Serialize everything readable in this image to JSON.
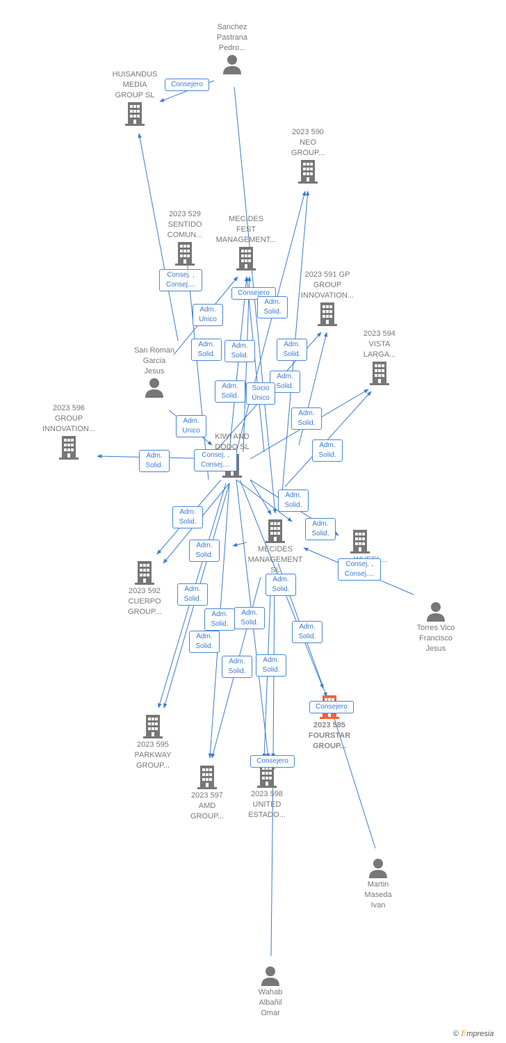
{
  "colors": {
    "edge": "#3a7bd0",
    "node": "#777777",
    "focus": "#f0643c"
  },
  "companies": [
    {
      "id": "huisandus",
      "label": "HUISANDUS\nMEDIA\nGROUP  SL",
      "icon": "building-icon"
    },
    {
      "id": "c590",
      "label": "2023 590\nNEO\nGROUP...",
      "icon": "building-icon"
    },
    {
      "id": "c529",
      "label": "2023 529\nSENTIDO\nCOMUN...",
      "icon": "building-icon"
    },
    {
      "id": "mecides_fest",
      "label": "MECIDES\nFEST\nMANAGEMENT...",
      "icon": "building-icon"
    },
    {
      "id": "c591",
      "label": "2023 591 GP\nGROUP\nINNOVATION...",
      "icon": "building-icon"
    },
    {
      "id": "c594",
      "label": "2023 594\nVISTA\nLARGA...",
      "icon": "building-icon"
    },
    {
      "id": "c596",
      "label": "2023 596\nGROUP\nINNOVATION...",
      "icon": "building-icon"
    },
    {
      "id": "kiwi",
      "label": "KIWI AND\nDODO  SL",
      "icon": "building-icon"
    },
    {
      "id": "mecides_mgmt",
      "label": "MECIDES\nMANAGEMENT\nSL",
      "icon": "building-icon"
    },
    {
      "id": "wheel",
      "label": "WHEEL...",
      "icon": "building-icon"
    },
    {
      "id": "c592",
      "label": "2023 592\nCUERPO\nGROUP...",
      "icon": "building-icon"
    },
    {
      "id": "c585",
      "label": "2023 585\nFOURSTAR\nGROUP...",
      "icon": "building-icon",
      "focus": true
    },
    {
      "id": "c595",
      "label": "2023 595\nPARKWAY\nGROUP...",
      "icon": "building-icon"
    },
    {
      "id": "c597",
      "label": "2023 597\nAMD\nGROUP...",
      "icon": "building-icon"
    },
    {
      "id": "c598",
      "label": "2023 598\nUNITED\nESTADO...",
      "icon": "building-icon"
    }
  ],
  "people": [
    {
      "id": "sanchez",
      "label": "Sanchez\nPastrana\nPedro...",
      "icon": "person-icon"
    },
    {
      "id": "sanroman",
      "label": "San Roman\nGarcia\nJesus",
      "icon": "person-icon"
    },
    {
      "id": "torres",
      "label": "Torres Vico\nFrancisco\nJesus",
      "icon": "person-icon"
    },
    {
      "id": "martin",
      "label": "Martin\nMaseda\nIvan",
      "icon": "person-icon"
    },
    {
      "id": "wahab",
      "label": "Wahab\nAlbañil\nOmar",
      "icon": "person-icon"
    }
  ],
  "relations": [
    "Consejero",
    "Consej. ,\nConsej....",
    "Adm.\nUnico",
    "Consejero",
    "Adm.\nSolid.",
    "Adm.\nSolid.",
    "Adm.\nSolid.",
    "Adm.\nSolid.",
    "Adm.\nSolid.",
    "Adm.\nSolid.",
    "Socio\nÚnico",
    "Adm.\nSolid.",
    "Adm.\nSolid.",
    "Adm.\nUnico",
    "Adm.\nSolid.",
    "Consej. ,\nConsej....",
    "Adm.\nSolid.",
    "Adm.\nSolid.",
    "Adm.\nSolid.",
    "Adm.\nSolid.",
    "Consej. ,\nConsej....",
    "Adm.\nSolid.",
    "Adm.\nSolid.",
    "Adm.\nSolid.",
    "Adm.\nSolid.",
    "Adm.\nSolid.",
    "Adm.\nSolid.",
    "Adm.\nSolid.",
    "Adm.\nSolid.",
    "Consejero",
    "Consejero"
  ],
  "brand": {
    "copyright": "©",
    "name": "mpresia",
    "initial": "E"
  }
}
